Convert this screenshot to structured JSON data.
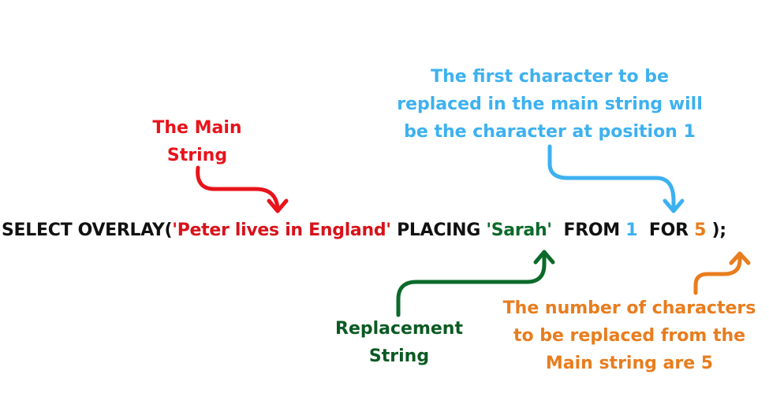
{
  "statement": {
    "prefix": "SELECT OVERLAY(",
    "main_string": "'Peter lives in England'",
    "placing_kw": " PLACING ",
    "replacement": "'Sarah'",
    "from_kw": "  FROM ",
    "from_value": "1",
    "for_kw": "  FOR ",
    "for_value": "5",
    "suffix": " );"
  },
  "annotations": {
    "main_string": {
      "lines": [
        "The Main",
        "String"
      ],
      "color": "#e8131b"
    },
    "first_char": {
      "lines": [
        "The first character to be",
        "replaced in the main string will",
        "be the character at position 1"
      ],
      "color": "#3db1f0"
    },
    "replacement": {
      "lines": [
        "Replacement",
        "String"
      ],
      "color": "#0b5a23"
    },
    "count": {
      "lines": [
        "The number of characters",
        "to be replaced from the",
        "Main string are 5"
      ],
      "color": "#e87d1e"
    }
  },
  "colors": {
    "keyword": "#111111",
    "main_string": "#d8121a",
    "replacement": "#0b6a2a",
    "from_value": "#3db1f0",
    "for_value": "#e87d1e"
  }
}
